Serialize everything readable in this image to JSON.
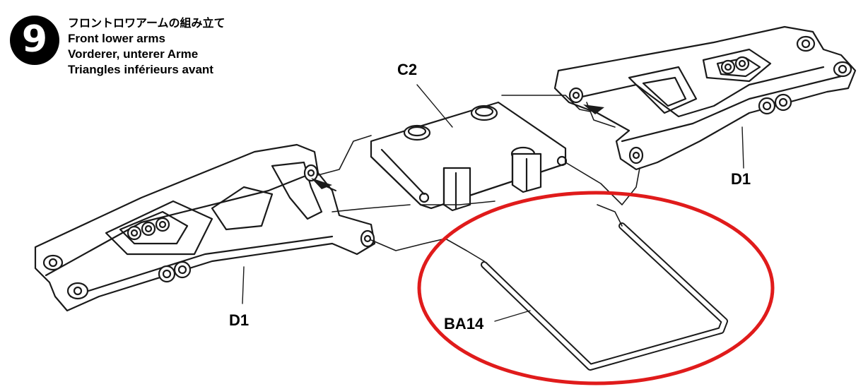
{
  "step": {
    "number": "9",
    "title_ja": "フロントロワアームの組み立て",
    "title_en": "Front lower arms",
    "title_de": "Vorderer, unterer Arme",
    "title_fr": "Triangles inférieurs avant"
  },
  "parts": {
    "bulkhead_label": "C2",
    "right_arm_label": "D1",
    "left_arm_label": "D1",
    "pin_label": "BA14"
  },
  "colors": {
    "line": "#1a1a1a",
    "highlight": "#e01b1b"
  }
}
